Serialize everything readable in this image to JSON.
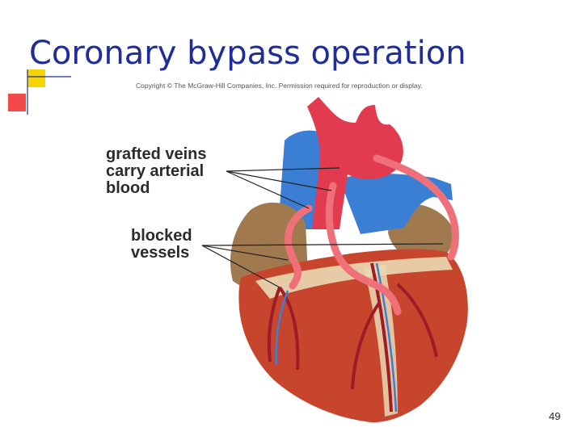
{
  "slide": {
    "title": "Coronary bypass operation",
    "copyright": "Copyright © The McGraw-Hill Companies, Inc. Permission required for reproduction or display.",
    "page_number": "49"
  },
  "figure": {
    "labels": {
      "grafted": [
        "grafted veins",
        "carry arterial",
        "blood"
      ],
      "blocked": [
        "blocked",
        "vessels"
      ]
    },
    "colors": {
      "title": "#1f2d9a",
      "myocardium": "#c6452c",
      "aorta": "#e23a4e",
      "vena_cava": "#3b7fd4",
      "vein_graft": "#f0707a",
      "fat": "#ead9b4",
      "atrium": "#a07a4e",
      "accent_yellow": "#f5d500",
      "accent_red": "#f24a4a"
    }
  }
}
